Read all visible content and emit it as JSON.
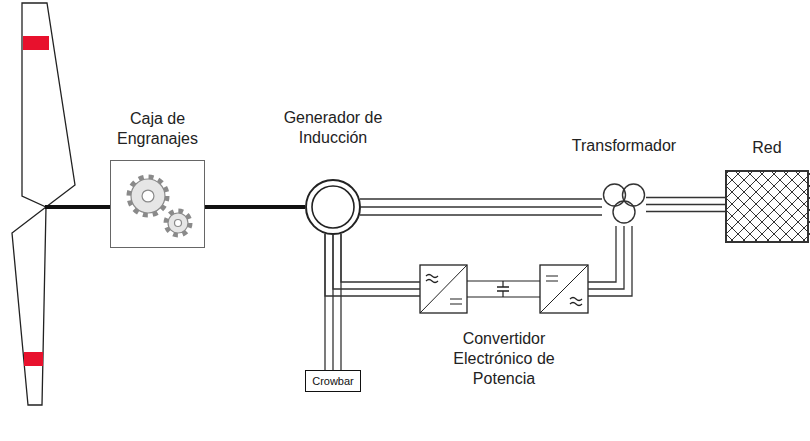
{
  "diagram": {
    "nodes": [
      {
        "text": [
          "Caja de Engranajes"
        ]
      },
      {
        "text": [
          "Generador de Inducción"
        ]
      },
      {
        "text": [
          "Transformador"
        ]
      },
      {
        "text": [
          "Red"
        ]
      },
      {
        "text": [
          "Crowbar"
        ]
      },
      {
        "text": [
          "Convertidor Electrónico de Potencia"
        ]
      }
    ],
    "edges": [
      {
        "from": 0,
        "to": 1,
        "arrow": "none"
      },
      {
        "from": 1,
        "to": 2,
        "arrow": "none"
      },
      {
        "from": 2,
        "to": 3,
        "arrow": "none"
      },
      {
        "from": 1,
        "to": 5,
        "arrow": "none"
      },
      {
        "from": 5,
        "to": 2,
        "arrow": "none"
      },
      {
        "from": 1,
        "to": 4,
        "arrow": "none"
      }
    ]
  }
}
